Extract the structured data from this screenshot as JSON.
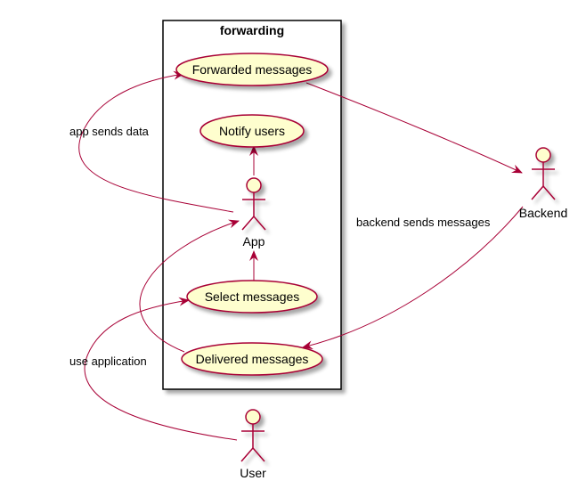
{
  "colors": {
    "background": "#ffffff",
    "usecase_fill": "#fefece",
    "border": "#a80036",
    "arrow": "#a80036",
    "package_border": "#000000",
    "shadow": "#c0c0c0"
  },
  "package": {
    "title": "forwarding"
  },
  "usecases": {
    "forwarded": "Forwarded messages",
    "notify": "Notify users",
    "select": "Select messages",
    "delivered": "Delivered messages"
  },
  "actors": {
    "app": "App",
    "backend": "Backend",
    "user": "User"
  },
  "links": {
    "app_sends_data": "app sends data",
    "backend_sends_messages": "backend sends messages",
    "use_application": "use application"
  }
}
